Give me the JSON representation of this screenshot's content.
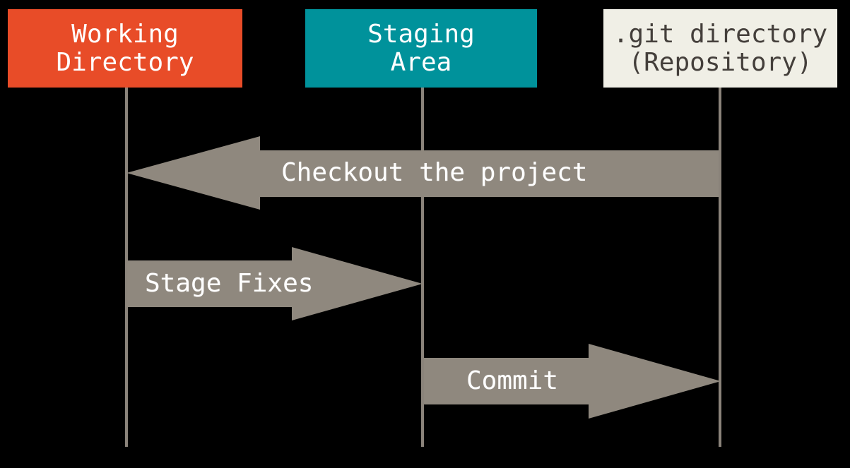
{
  "colors": {
    "background": "#000000",
    "working_directory_bg": "#e84c28",
    "staging_area_bg": "#00929b",
    "git_directory_bg": "#f0efe6",
    "git_directory_text": "#443f3b",
    "box_text_light": "#ffffff",
    "arrow_fill": "#8f887e",
    "lifeline": "#8a837a",
    "arrow_text": "#ffffff"
  },
  "columns": [
    {
      "id": "working-directory",
      "line1": "Working",
      "line2": "Directory"
    },
    {
      "id": "staging-area",
      "line1": "Staging",
      "line2": "Area"
    },
    {
      "id": "git-directory",
      "line1": ".git directory",
      "line2": "(Repository)"
    }
  ],
  "arrows": [
    {
      "label": "Checkout the project",
      "direction": "left",
      "from": "git-directory",
      "to": "working-directory"
    },
    {
      "label": "Stage Fixes",
      "direction": "right",
      "from": "working-directory",
      "to": "staging-area"
    },
    {
      "label": "Commit",
      "direction": "right",
      "from": "staging-area",
      "to": "git-directory"
    }
  ]
}
